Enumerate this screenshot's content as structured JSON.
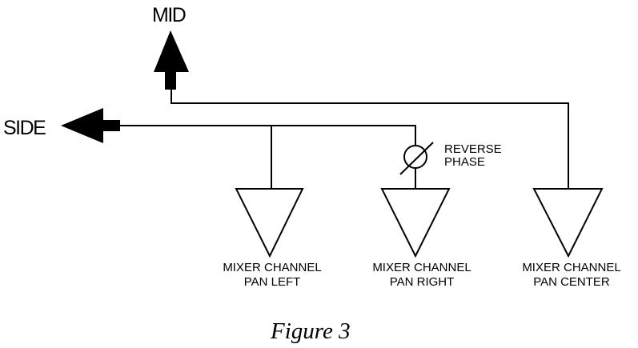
{
  "diagram": {
    "outputs": {
      "mid": "MID",
      "side": "SIDE"
    },
    "phase_symbol": {
      "line1": "REVERSE",
      "line2": "PHASE"
    },
    "channels": [
      {
        "line1": "MIXER CHANNEL",
        "line2": "PAN LEFT"
      },
      {
        "line1": "MIXER CHANNEL",
        "line2": "PAN RIGHT"
      },
      {
        "line1": "MIXER CHANNEL",
        "line2": "PAN CENTER"
      }
    ],
    "caption": "Figure 3"
  }
}
